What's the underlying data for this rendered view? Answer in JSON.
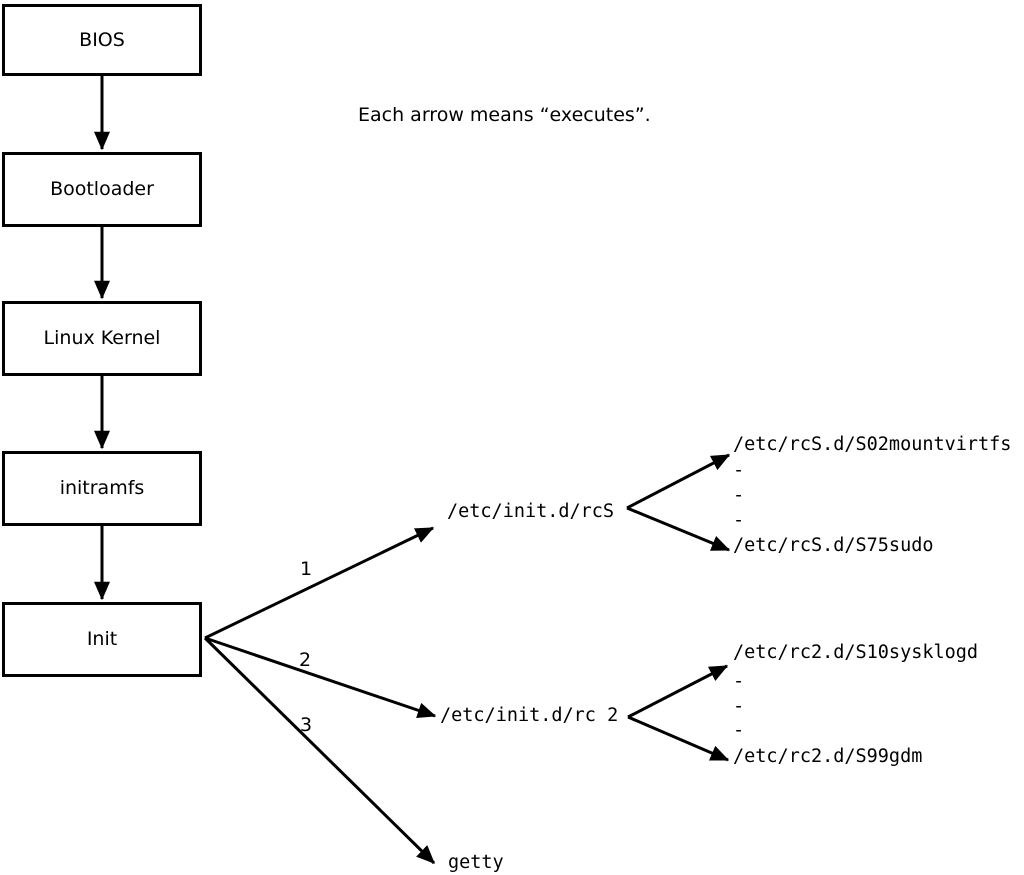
{
  "caption": "Each arrow means “executes”.",
  "boot_sequence": [
    {
      "label": "BIOS"
    },
    {
      "label": "Bootloader"
    },
    {
      "label": "Linux Kernel"
    },
    {
      "label": "initramfs"
    },
    {
      "label": "Init"
    }
  ],
  "init_targets": [
    {
      "number": "1",
      "label": "/etc/init.d/rcS"
    },
    {
      "number": "2",
      "label": "/etc/init.d/rc 2"
    },
    {
      "number": "3",
      "label": "getty"
    }
  ],
  "rcS_scripts": [
    "/etc/rcS.d/S02mountvirtfs",
    "-",
    "-",
    "-",
    "/etc/rcS.d/S75sudo"
  ],
  "rc2_scripts": [
    "/etc/rc2.d/S10sysklogd",
    "-",
    "-",
    "-",
    "/etc/rc2.d/S99gdm"
  ],
  "colors": {
    "ink": "#000000",
    "background": "#ffffff"
  }
}
